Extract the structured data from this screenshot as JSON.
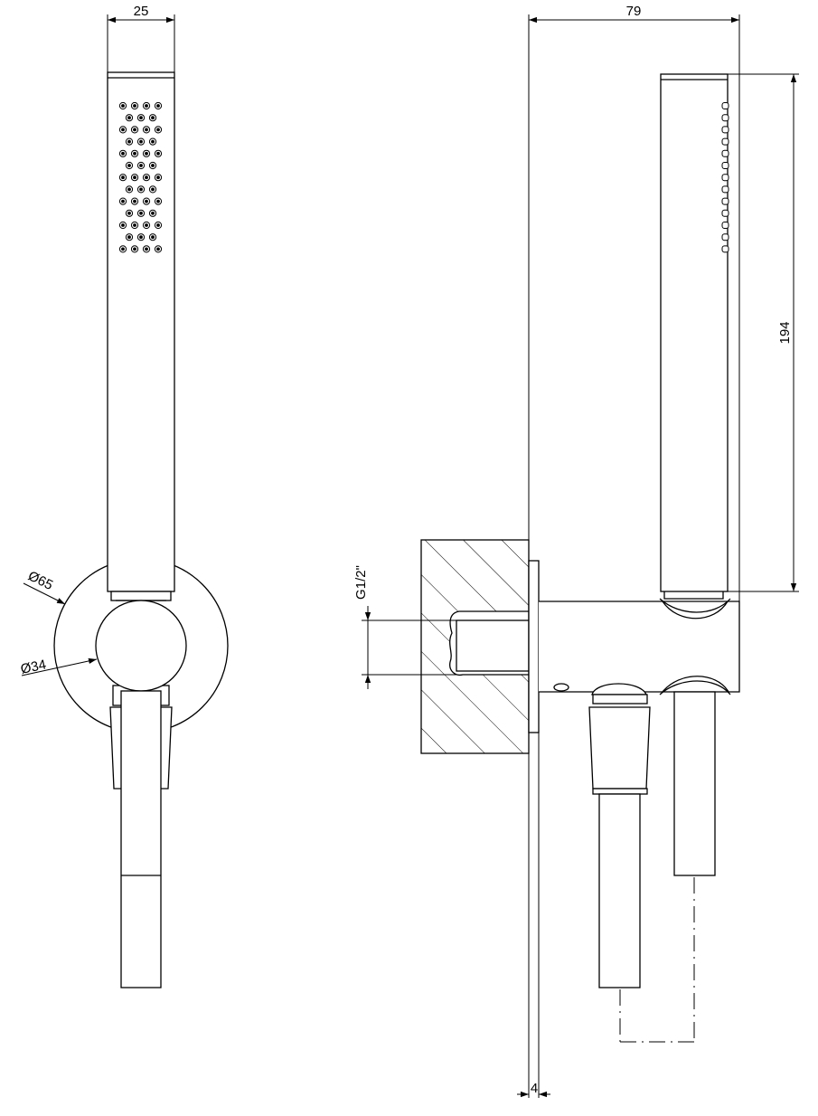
{
  "dimensions": {
    "head_width": "25",
    "total_depth": "79",
    "head_height": "194",
    "plate_thickness": "4",
    "connection_thread": "G1/2\"",
    "plate_diameter": "Ø65",
    "knob_diameter": "Ø34"
  }
}
